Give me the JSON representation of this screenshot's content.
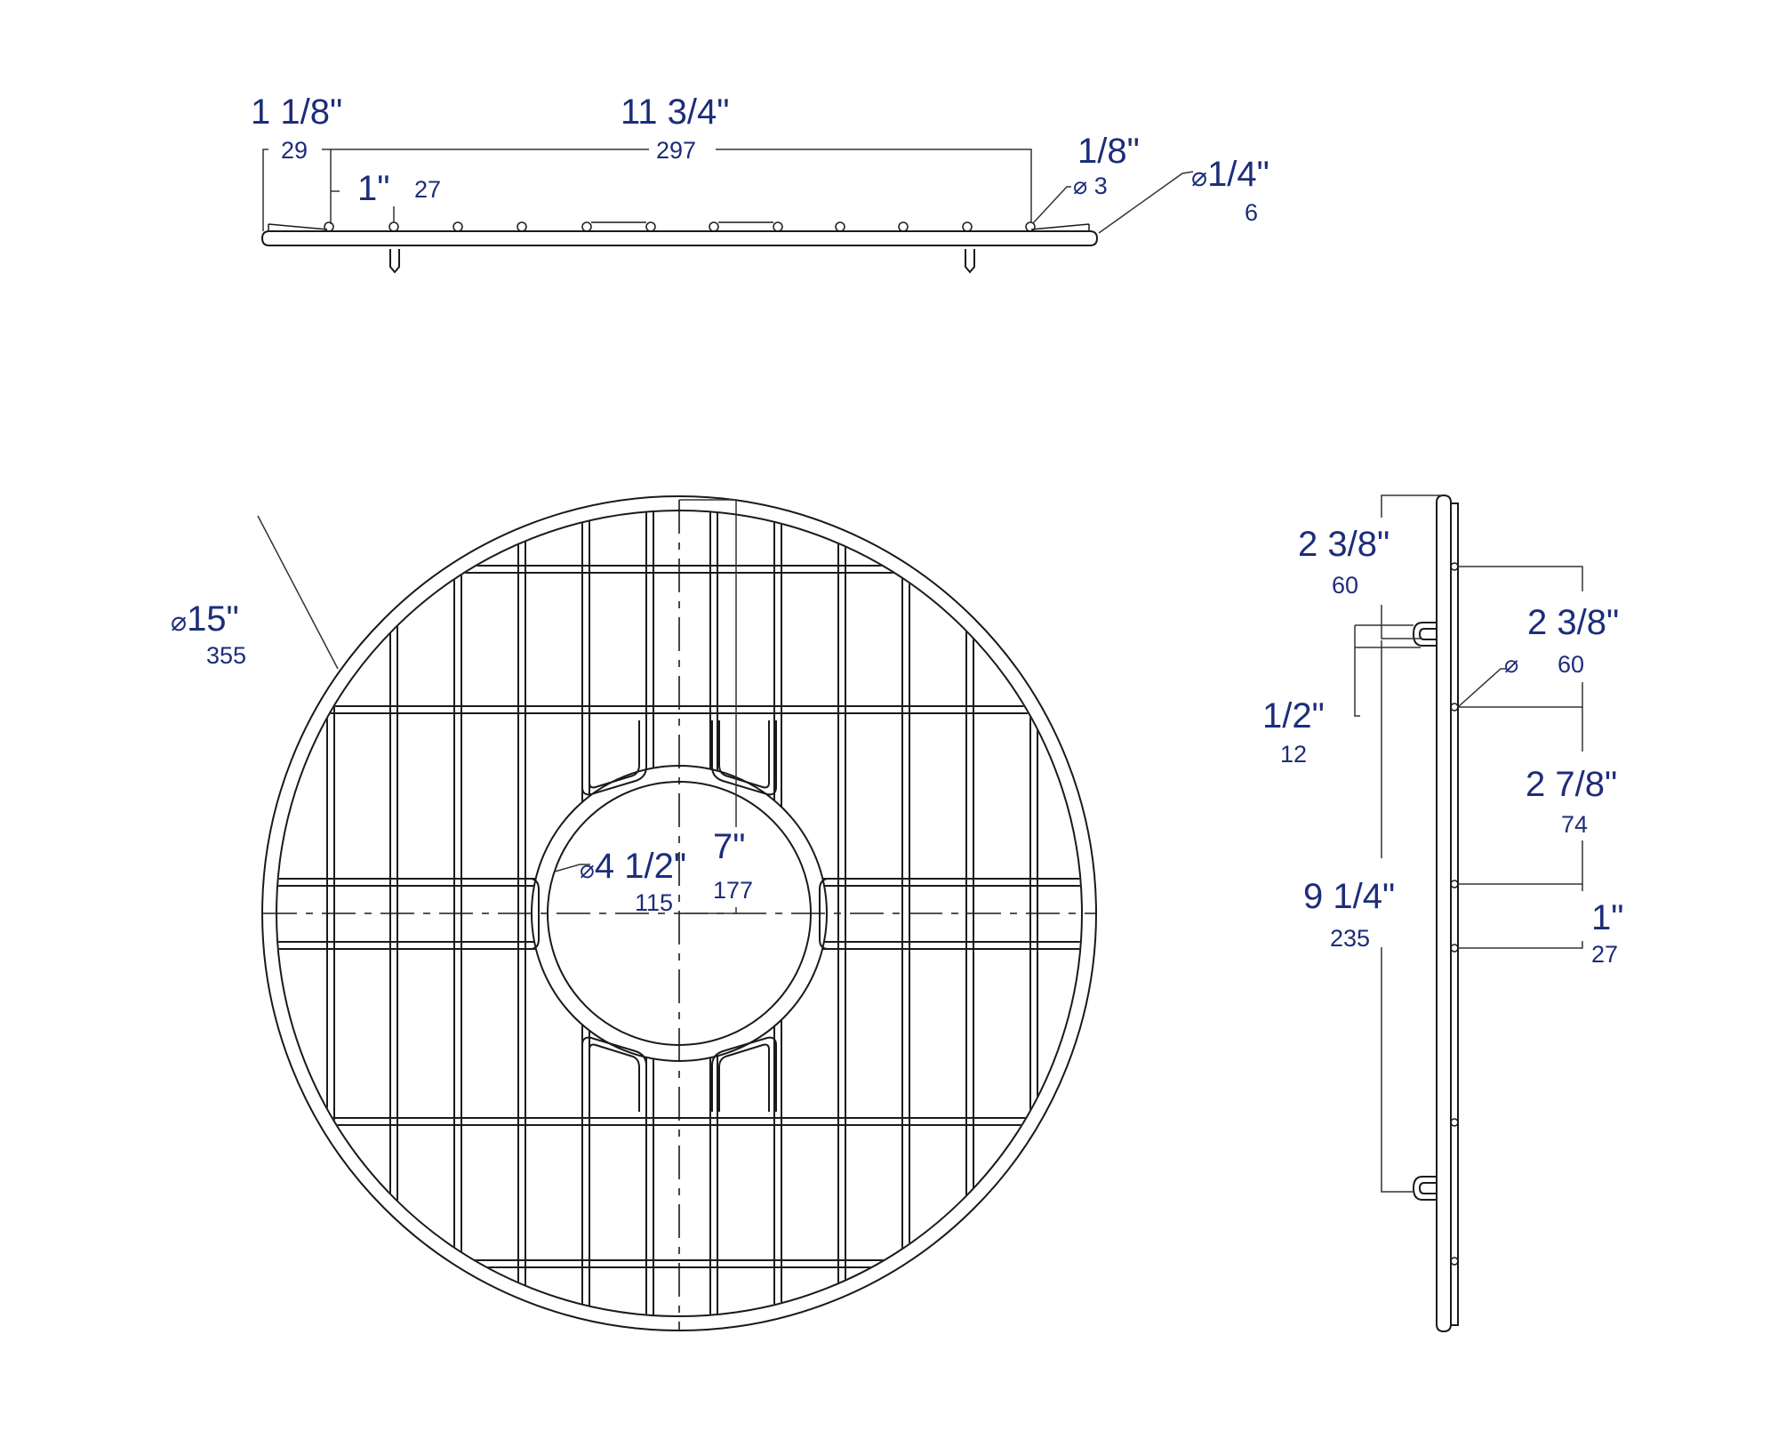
{
  "colors": {
    "dimension_text": "#1c2d7a",
    "linework": "#1a1a1a",
    "background": "#ffffff"
  },
  "top_view": {
    "overall_height": {
      "imperial": "1 1/8\"",
      "metric": "29"
    },
    "width": {
      "imperial": "11 3/4\"",
      "metric": "297"
    },
    "foot_height": {
      "imperial": "1\"",
      "metric": "27"
    },
    "wire_diameter": {
      "imperial": "1/8\"",
      "symbol": "⌀",
      "metric": "3"
    },
    "rim_diameter": {
      "symbol": "⌀",
      "imperial": "1/4\"",
      "metric": "6"
    }
  },
  "plan_view": {
    "outer_diameter": {
      "symbol": "⌀",
      "imperial": "15\"",
      "metric": "355"
    },
    "drain_diameter": {
      "symbol": "⌀",
      "imperial": "4 1/2\"",
      "metric": "115"
    },
    "center_offset": {
      "imperial": "7\"",
      "metric": "177"
    }
  },
  "side_view": {
    "top_to_hook": {
      "imperial": "2 3/8\"",
      "metric": "60"
    },
    "dot_spacing_1": {
      "imperial": "2 3/8\"",
      "metric": "60"
    },
    "hook_width": {
      "imperial": "1/2\"",
      "metric": "12"
    },
    "dot_spacing_2": {
      "imperial": "2 7/8\"",
      "metric": "74"
    },
    "hook_spacing": {
      "imperial": "9 1/4\"",
      "metric": "235"
    },
    "dot_spacing_3": {
      "imperial": "1\"",
      "metric": "27"
    },
    "dot_symbol": "⌀"
  }
}
